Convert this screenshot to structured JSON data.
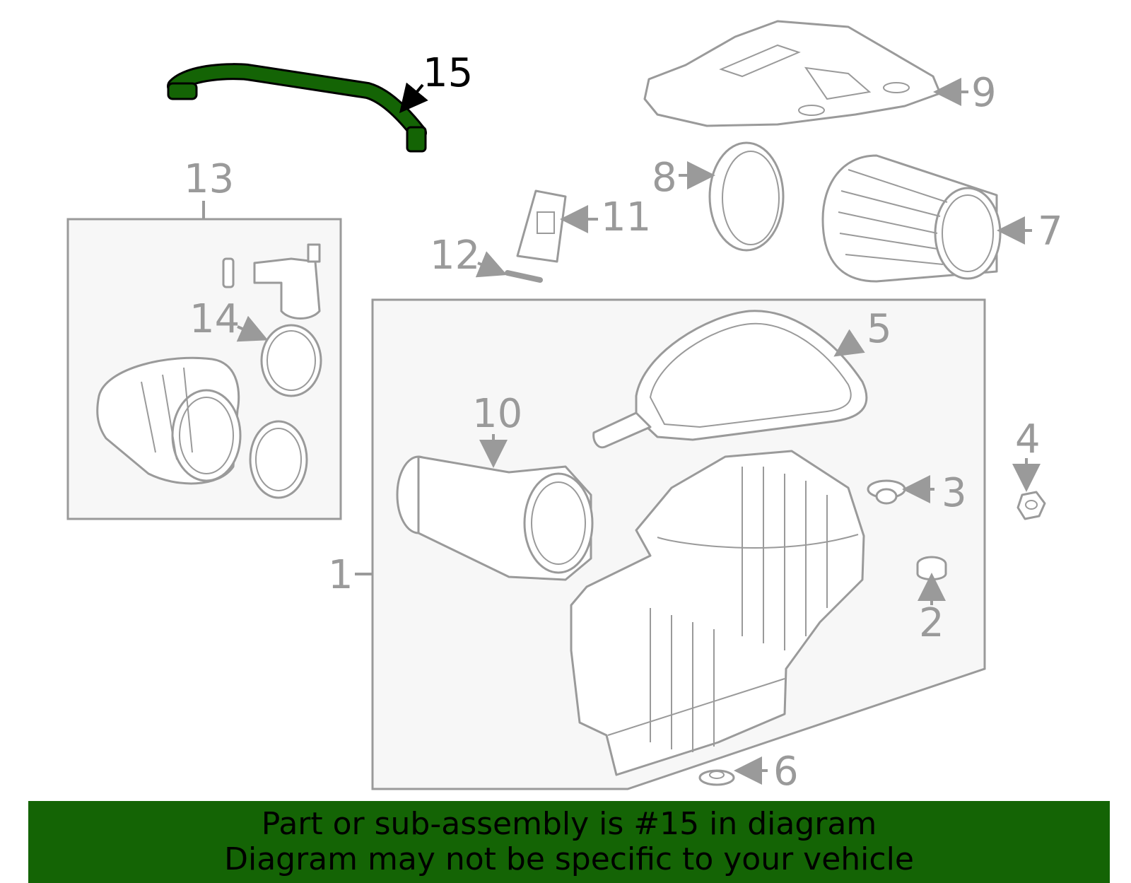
{
  "diagram": {
    "highlighted_part": "15",
    "highlight_color": "#146405",
    "line_color": "#9a9a9a",
    "callouts": {
      "c1": "1",
      "c2": "2",
      "c3": "3",
      "c4": "4",
      "c5": "5",
      "c6": "6",
      "c7": "7",
      "c8": "8",
      "c9": "9",
      "c10": "10",
      "c11": "11",
      "c12": "12",
      "c13": "13",
      "c14": "14",
      "c15": "15"
    }
  },
  "footer": {
    "line1": "Part or sub-assembly is #15 in diagram",
    "line2": "Diagram may not be specific to your vehicle",
    "background": "#146405"
  }
}
